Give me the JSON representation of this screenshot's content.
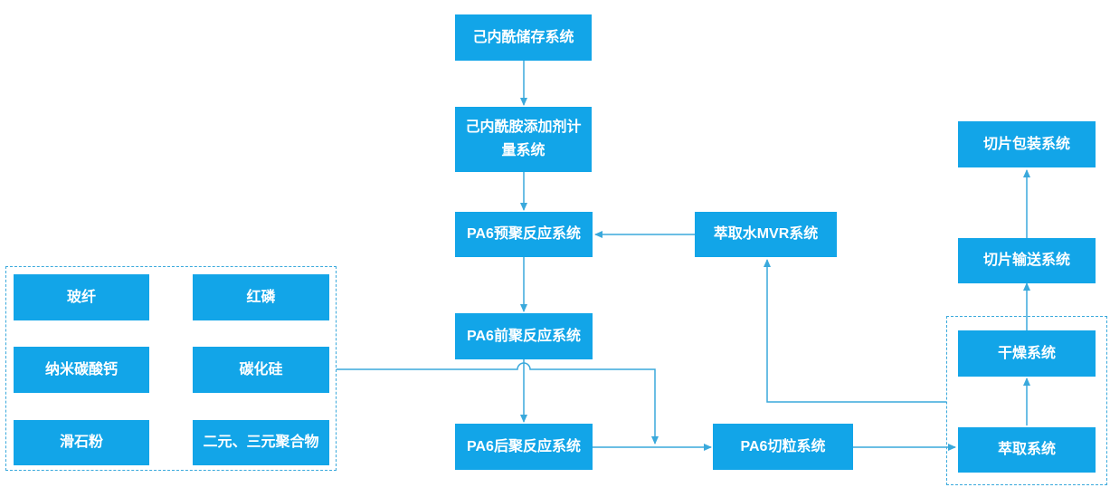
{
  "nodes": {
    "caprolactam_storage": "己内酰储存系统",
    "caprolactam_metering": "己内酰胺添加剂计量系统",
    "pa6_pre_polymerization": "PA6预聚反应系统",
    "pa6_front_polymerization": "PA6前聚反应系统",
    "pa6_post_polymerization": "PA6后聚反应系统",
    "pa6_pelletizing": "PA6切粒系统",
    "extraction_water_mvr": "萃取水MVR系统",
    "extraction": "萃取系统",
    "drying": "干燥系统",
    "chip_conveying": "切片输送系统",
    "chip_packaging": "切片包装系统"
  },
  "additives": {
    "glass_fiber": "玻纤",
    "red_phosphorus": "红磷",
    "nano_calcium_carbonate": "纳米碳酸钙",
    "silicon_carbide": "碳化硅",
    "talc_powder": "滑石粉",
    "binary_ternary_copolymer": "二元、三元聚合物"
  },
  "colors": {
    "box_fill": "#12a5e8",
    "box_text": "#ffffff",
    "connector": "#3aa9dc",
    "dashed_border": "#3aa9dc"
  }
}
